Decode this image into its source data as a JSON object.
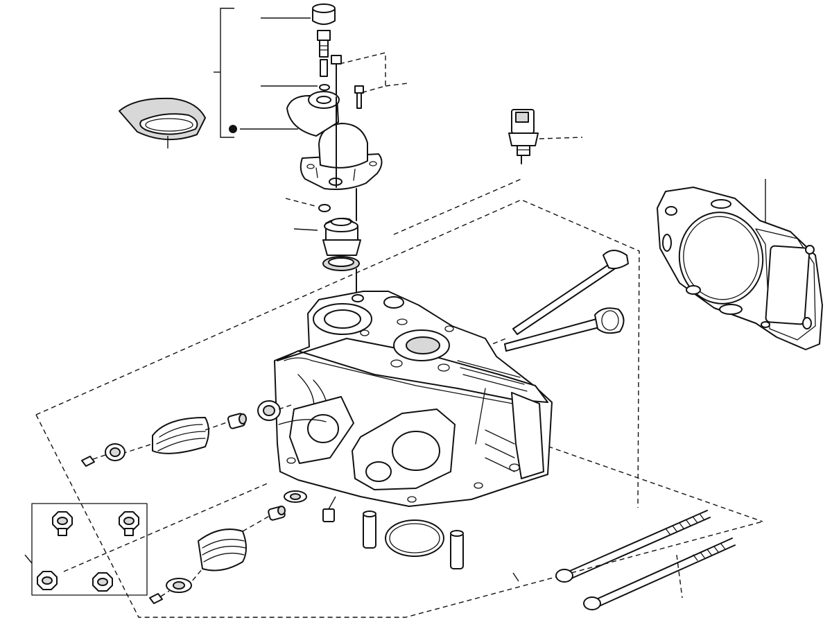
{
  "diagram": {
    "type": "exploded-parts-view",
    "stroke_color": "#111111",
    "background": "#ffffff",
    "parts": [
      "thermostat-cap",
      "bleed-valve",
      "thermostat-housing-bolts",
      "o-ring",
      "thermostat-housing",
      "hose-clamp-sleeve",
      "temperature-sensor",
      "thermostat",
      "cylinder-head",
      "head-gasket",
      "intake-valve",
      "exhaust-valve",
      "valve-springs",
      "valve-retainers",
      "valve-keepers",
      "valve-stem-seals",
      "dowel-pins",
      "manifold-o-ring",
      "head-bolts",
      "head-nuts"
    ]
  }
}
